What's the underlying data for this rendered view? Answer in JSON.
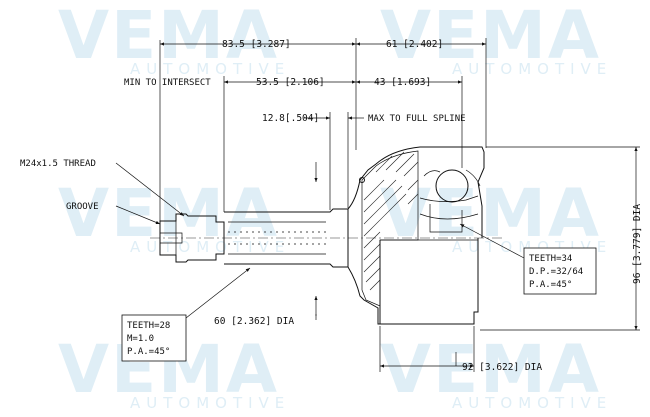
{
  "watermark": {
    "brand": "VEMA",
    "tagline": "AUTOMOTIVE"
  },
  "dimensions": {
    "overall_left_length": "83.5 [3.287]",
    "overall_right_length": "61 [2.402]",
    "min_to_intersect_label": "MIN TO INTERSECT",
    "min_to_intersect_value": "53.5 [2.106]",
    "intersect_to_face": "43 [1.693]",
    "spline_shoulder": "12.8[.504]",
    "max_to_full_spline": "MAX TO FULL SPLINE",
    "thread": "M24x1.5 THREAD",
    "groove": "GROOVE",
    "shaft_dia": "60 [2.362] DIA",
    "housing_dia": "92 [3.622] DIA",
    "overall_dia": "96 [3.779] DIA"
  },
  "outer_spline": {
    "teeth": "TEETH=28",
    "module": "M=1.0",
    "pressure_angle": "P.A.=45°"
  },
  "inner_spline": {
    "teeth": "TEETH=34",
    "diametral_pitch": "D.P.=32/64",
    "pressure_angle": "P.A.=45°"
  }
}
